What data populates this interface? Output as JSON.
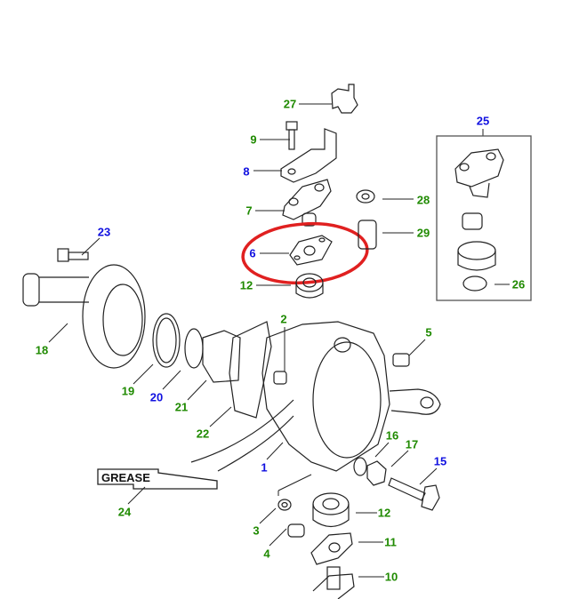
{
  "diagram": {
    "callouts": {
      "c27": "27",
      "c9": "9",
      "c8": "8",
      "c7": "7",
      "c6": "6",
      "c12a": "12",
      "c28": "28",
      "c29": "29",
      "c25": "25",
      "c26": "26",
      "c23": "23",
      "c18": "18",
      "c19": "19",
      "c20": "20",
      "c21": "21",
      "c22": "22",
      "c2": "2",
      "c5": "5",
      "c1": "1",
      "c16": "16",
      "c17": "17",
      "c15": "15",
      "c24": "24",
      "c3": "3",
      "c12b": "12",
      "c4": "4",
      "c11": "11",
      "c10": "10"
    },
    "grease_label": "GREASE",
    "colors": {
      "green": "#1f8a00",
      "blue": "#1010e0",
      "highlight": "#e02020"
    }
  }
}
